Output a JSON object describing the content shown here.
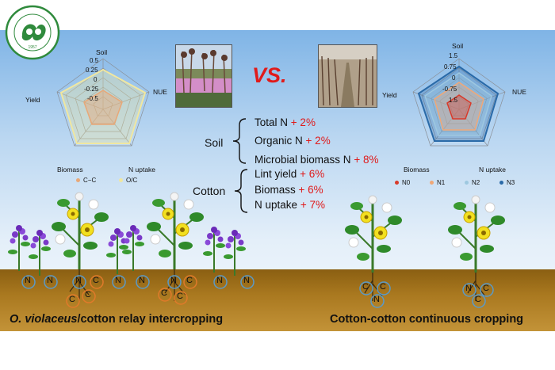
{
  "logo": {
    "top_text": "中国农业科学院棉花研究所",
    "bottom_text": "INSTITUTE OF COTTON RESEARCH OF CAAS",
    "year": "1957"
  },
  "vs_label": "VS.",
  "left_radar": {
    "axes": [
      "Soil",
      "NUE",
      "N uptake",
      "Biomass",
      "Yield"
    ],
    "ticks": [
      "0.5",
      "0.25",
      "0",
      "-0.25",
      "-0.5"
    ],
    "legend": [
      {
        "name": "C−C",
        "color": "#e8a878"
      },
      {
        "name": "O/C",
        "color": "#f0e7a0"
      }
    ]
  },
  "right_radar": {
    "axes": [
      "Soil",
      "NUE",
      "N uptake",
      "Biomass",
      "Yield"
    ],
    "ticks": [
      "1.5",
      "0.75",
      "0",
      "-0.75",
      "1.5"
    ],
    "legend": [
      {
        "name": "N0",
        "color": "#d83a2a"
      },
      {
        "name": "N1",
        "color": "#f0a878"
      },
      {
        "name": "N2",
        "color": "#9ec8e0"
      },
      {
        "name": "N3",
        "color": "#2a6aa8"
      }
    ]
  },
  "center": {
    "soil_group": "Soil",
    "soil_items": [
      {
        "label": "Total N",
        "pct": "+ 2%"
      },
      {
        "label": "Organic N",
        "pct": "+ 2%"
      },
      {
        "label": "Microbial biomass N",
        "pct": "+ 8%"
      }
    ],
    "cotton_group": "Cotton",
    "cotton_items": [
      {
        "label": "Lint yield",
        "pct": "+ 6%"
      },
      {
        "label": "Biomass",
        "pct": "+ 6%"
      },
      {
        "label": "N uptake",
        "pct": "+ 7%"
      }
    ]
  },
  "root_labels": {
    "n": "N",
    "c": "C"
  },
  "bottom": {
    "left_italic": "O. violaceus",
    "left_rest": "/cotton relay intercropping",
    "right": "Cotton-cotton continuous cropping"
  }
}
